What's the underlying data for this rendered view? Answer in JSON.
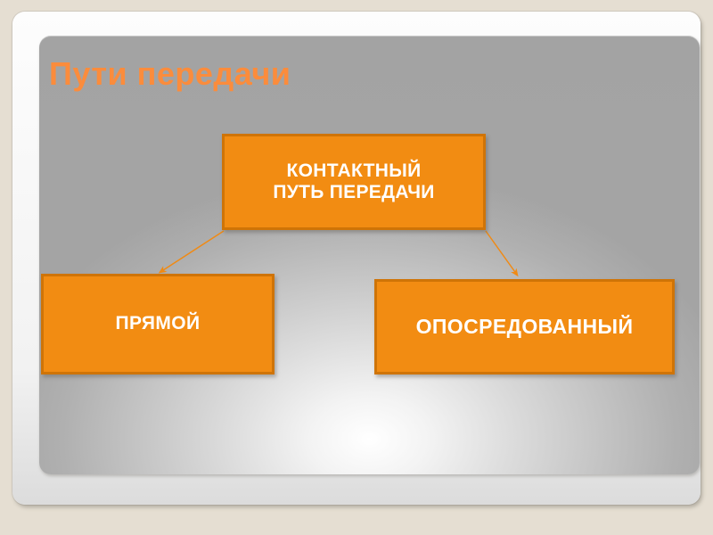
{
  "slide": {
    "title": "Пути передачи",
    "title_color": "#fb8c3c",
    "background_color": "#e5ded2",
    "frame_color": "#f4f4f4",
    "body_gradient_center": "#ffffff",
    "body_gradient_edge": "#a4a4a4"
  },
  "diagram": {
    "node_fill": "#f28c12",
    "node_border": "#cf7407",
    "node_text_color": "#ffffff",
    "connector_color": "#f08a14",
    "nodes": [
      {
        "id": "top",
        "label": "КОНТАКТНЫЙ\nПУТЬ ПЕРЕДАЧИ"
      },
      {
        "id": "left",
        "label": "ПРЯМОЙ"
      },
      {
        "id": "right",
        "label": "ОПОСРЕДОВАННЫЙ"
      }
    ],
    "connectors": [
      {
        "from": "top",
        "to": "left",
        "style": "arrow"
      },
      {
        "from": "top",
        "to": "right",
        "style": "arrow"
      }
    ]
  }
}
